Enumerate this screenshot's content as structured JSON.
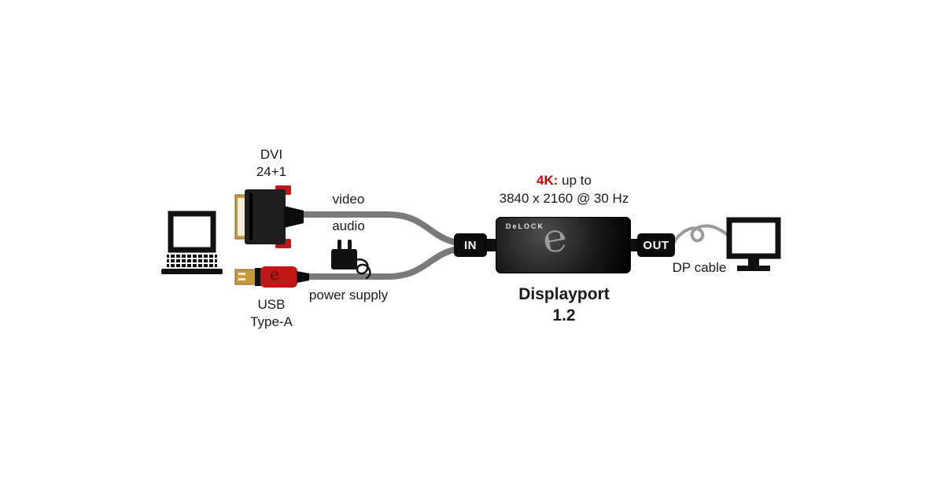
{
  "colors": {
    "accent_red": "#cc0000",
    "connector_red": "#c11616",
    "cable_gray": "#7a7a7a",
    "dp_cable_gray": "#9a9a9a",
    "text_black": "#1a1a1a"
  },
  "icons": {
    "delock_swirl": "℮"
  },
  "labels": {
    "dvi": {
      "line1": "DVI",
      "line2": "24+1"
    },
    "video": "video",
    "audio": "audio",
    "power_supply": "power supply",
    "usb": {
      "line1": "USB",
      "line2": "Type-A"
    },
    "badges": {
      "in": "IN",
      "out": "OUT"
    },
    "spec": {
      "highlight": "4K:",
      "rest": " up to",
      "line2": "3840 x 2160 @ 30 Hz"
    },
    "product": {
      "line1": "Displayport",
      "line2": "1.2"
    },
    "brand": "DeLOCK",
    "dp_cable": "DP cable"
  }
}
